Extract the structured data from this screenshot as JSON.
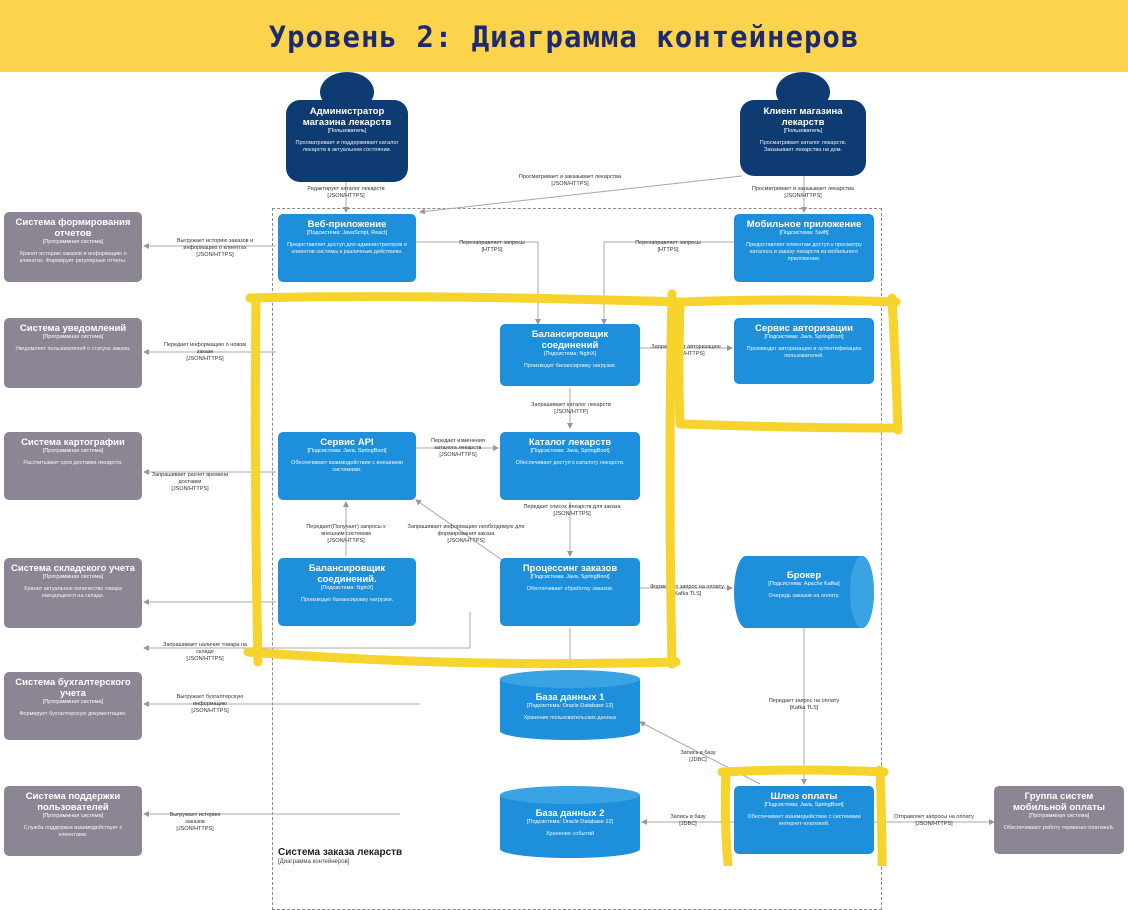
{
  "header": {
    "title": "Уровень 2: Диаграмма контейнеров"
  },
  "colors": {
    "header_bg": "#fcd34d",
    "title": "#1e2a6e",
    "container": "#1e90db",
    "external": "#8c8593",
    "person": "#0f3b73",
    "highlight": "#f6d32d"
  },
  "persons": {
    "admin": {
      "title": "Администратор магазина лекарств",
      "sub": "[Пользователь]",
      "desc": "Просматривает и поддерживает каталог лекарств в актуальном состоянии."
    },
    "client": {
      "title": "Клиент магазина лекарств",
      "sub": "[Пользователь]",
      "desc": "Просматривает каталог лекарств. Заказывает лекарства на дом."
    }
  },
  "containers": {
    "webapp": {
      "title": "Веб-приложение",
      "sub": "[Подсистема: JavaScript, React]",
      "desc": "Предоставляет доступ для администраторов и клиентов системы к различным действиям."
    },
    "mobile": {
      "title": "Мобильное приложение",
      "sub": "[Подсистема: Swift]",
      "desc": "Предоставляет клиентам доступ к просмотру каталога и заказу лекарств из мобильного приложения."
    },
    "lb1": {
      "title": "Балансировщик соединений",
      "sub": "[Подсистема: NginX]",
      "desc": "Производит балансировку нагрузки."
    },
    "auth": {
      "title": "Сервис авторизации",
      "sub": "[Подсистема: Java, SpringBoot]",
      "desc": "Производит авторизацию и аутентификацию пользователей."
    },
    "api": {
      "title": "Сервис API",
      "sub": "[Подсистема: Java, SpringBoot]",
      "desc": "Обеспечивает взаимодействие с внешними системами."
    },
    "catalog": {
      "title": "Каталог лекарств",
      "sub": "[Подсистема: Java, SpringBoot]",
      "desc": "Обеспечивает доступ к каталогу лекарств."
    },
    "lb2": {
      "title": "Балансировщик соединений.",
      "sub": "[Подсистема: NginX]",
      "desc": "Производит балансировку нагрузки."
    },
    "orders": {
      "title": "Процессинг заказов",
      "sub": "[Подсистема: Java, SpringBoot]",
      "desc": "Обеспечивает обработку заказов."
    },
    "broker": {
      "title": "Брокер",
      "sub": "[Подсистема: Apache Kafka]",
      "desc": "Очередь заказов на оплату."
    },
    "db1": {
      "title": "База данных 1",
      "sub": "[Подсистема: Oracle Database 12]",
      "desc": "Хранение пользовательских данных"
    },
    "db2": {
      "title": "База данных 2",
      "sub": "[Подсистема: Oracle Database 12]",
      "desc": "Хранение событий"
    },
    "payment": {
      "title": "Шлюз оплаты",
      "sub": "[Подсистема: Java, SpringBoot]",
      "desc": "Обеспечивает взаимодействие с системами интернет-платежей."
    }
  },
  "externals": {
    "reports": {
      "title": "Система формирования отчетов",
      "sub": "[Программная система]",
      "desc": "Хранит историю заказов и информацию о клиентах. Формирует регулярные отчеты."
    },
    "notify": {
      "title": "Система уведомлений",
      "sub": "[Программная система]",
      "desc": "Уведомляет пользователей о статусе заказа."
    },
    "maps": {
      "title": "Система картографии",
      "sub": "[Программная система]",
      "desc": "Рассчитывает срок доставки лекарств."
    },
    "warehouse": {
      "title": "Система складского учета",
      "sub": "[Программная система]",
      "desc": "Хранит актуальное количество товара находящееся на складе."
    },
    "accounting": {
      "title": "Система бухгалтерского учета",
      "sub": "[Программная система]",
      "desc": "Формирует бухгалтерскую документацию."
    },
    "support": {
      "title": "Система поддержки пользователей",
      "sub": "[Программная система]",
      "desc": "Служба поддержки взаимодействует с клиентами."
    },
    "mobilepay": {
      "title": "Группа систем мобильной оплаты",
      "sub": "[Программная система]",
      "desc": "Обеспечивают работу терминал-платежей."
    }
  },
  "boundary": {
    "title": "Система заказа лекарств",
    "sub": "[Диаграмма контейнеров]"
  },
  "edges": {
    "e1": "Редактирует каталог лекарств",
    "e1b": "[JSON/HTTPS]",
    "e2": "Просматривает и заказывает лекарства",
    "e2b": "[JSON/HTTPS]",
    "e3": "Просматривает и заказывает лекарства",
    "e3b": "[JSON/HTTPS]",
    "e4": "Выгружает историю заказов и информацию о клиентах",
    "e4b": "[JSON/HTTPS]",
    "e5": "Перенаправляет запросы",
    "e5b": "[HTTPS]",
    "e6": "Перенаправляет запросы",
    "e6b": "[HTTPS]",
    "e7": "Передает информацию о новом заказе",
    "e7b": "[JSON/HTTPS]",
    "e8": "Запрашивает авторизацию",
    "e8b": "[JSON/HTTPS]",
    "e9": "Запрашивает каталог лекарств",
    "e9b": "[JSON/HTTP]",
    "e10": "Передает изменения каталога лекарств",
    "e10b": "[JSON/HTTPS]",
    "e11": "Запрашивает расчет времени доставки",
    "e11b": "[JSON/HTTPS]",
    "e12": "Передает список лекарств для заказа",
    "e12b": "[JSON/HTTPS]",
    "e13": "Передает(Получает) запросы к внешним системам",
    "e13b": "[JSON/HTTPS]",
    "e14": "Запрашивает информацию необходимую для формирования заказа",
    "e14b": "[JSON/HTTPS]",
    "e15": "Формирует запрос на оплату",
    "e15b": "[Kafka TLS]",
    "e16": "Запрашивает наличие товара на складе",
    "e16b": "[JSON/HTTPS]",
    "e17": "Выгружает бухгалтерскую информацию",
    "e17b": "[JSON/HTTPS]",
    "e18": "Передает запрос на оплату",
    "e18b": "[Kafka TLS]",
    "e19": "Запись в базу",
    "e19b": "[JDBC]",
    "e20": "Выгружает историю заказов",
    "e20b": "[JSON/HTTPS]",
    "e21": "Запись в базу",
    "e21b": "[JDBC]",
    "e22": "Отправляет запросы на оплату",
    "e22b": "[JSON/HTTPS]"
  }
}
